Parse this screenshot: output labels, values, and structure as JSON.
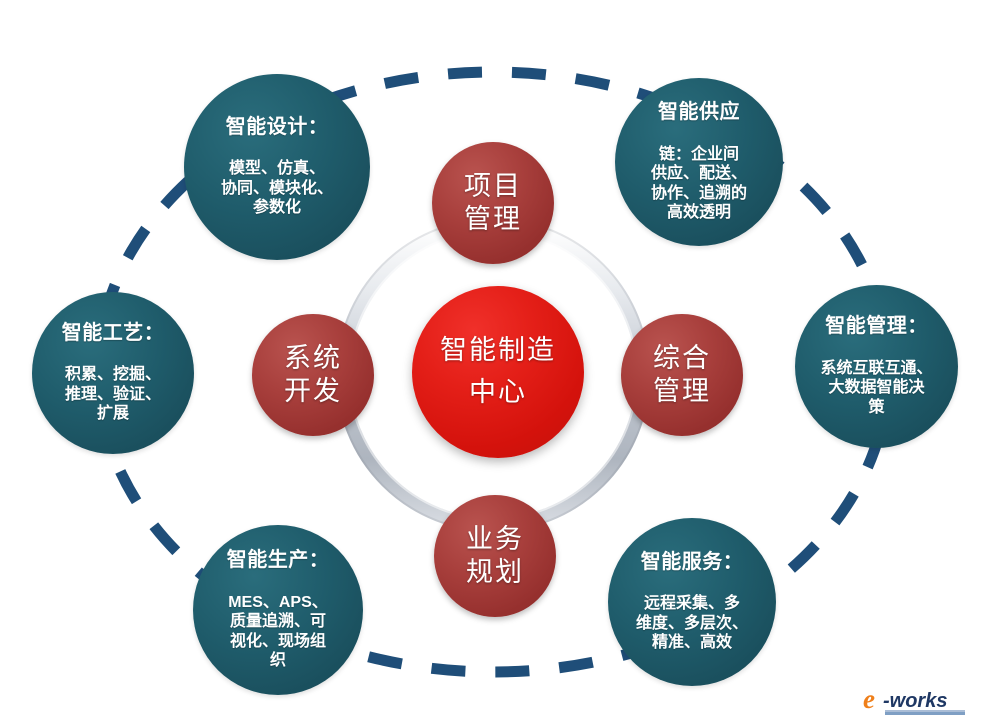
{
  "diagram": {
    "title": "智能制造中心",
    "hub": {
      "label": "智能制造\n中心",
      "color": "#d4120c"
    },
    "inner_nodes": [
      {
        "id": "project-management",
        "label": "项目\n管理",
        "position": "top",
        "color": "#a83f3c"
      },
      {
        "id": "system-development",
        "label": "系统\n开发",
        "position": "left",
        "color": "#a83f3c"
      },
      {
        "id": "integrated-management",
        "label": "综合\n管理",
        "position": "right",
        "color": "#a83f3c"
      },
      {
        "id": "business-planning",
        "label": "业务\n规划",
        "position": "bottom",
        "color": "#a83f3c"
      }
    ],
    "outer_nodes": [
      {
        "id": "smart-design",
        "title": "智能设计：",
        "body": "模型、仿真、\n协同、模块化、\n参数化",
        "position": "top-left",
        "color": "#1f5c6b"
      },
      {
        "id": "smart-supply-chain",
        "title": "智能供应",
        "body": "链：企业间\n供应、配送、\n协作、追溯的\n高效透明",
        "position": "top-right",
        "color": "#1f5c6b"
      },
      {
        "id": "smart-process",
        "title": "智能工艺：",
        "body": "积累、挖掘、\n推理、验证、\n扩展",
        "position": "left",
        "color": "#1f5c6b"
      },
      {
        "id": "smart-management",
        "title": "智能管理：",
        "body": "系统互联互通、\n大数据智能决\n策",
        "position": "right",
        "color": "#1f5c6b"
      },
      {
        "id": "smart-production",
        "title": "智能生产：",
        "body": "MES、APS、\n质量追溯、可\n视化、现场组\n织",
        "position": "bottom-left",
        "color": "#1f5c6b"
      },
      {
        "id": "smart-service",
        "title": "智能服务：",
        "body": "远程采集、多\n维度、多层次、\n精准、高效",
        "position": "bottom-right",
        "color": "#1f5c6b"
      }
    ],
    "rings": {
      "dashed_ring_color": "#1f4e79",
      "inner_torus_color": "#c6ccd4",
      "background": "#ffffff"
    }
  },
  "logo": {
    "mark": "e",
    "text": "-works",
    "mark_color": "#ef7f1a",
    "text_color": "#1f3864",
    "bar_color": "#7f9fc4"
  }
}
